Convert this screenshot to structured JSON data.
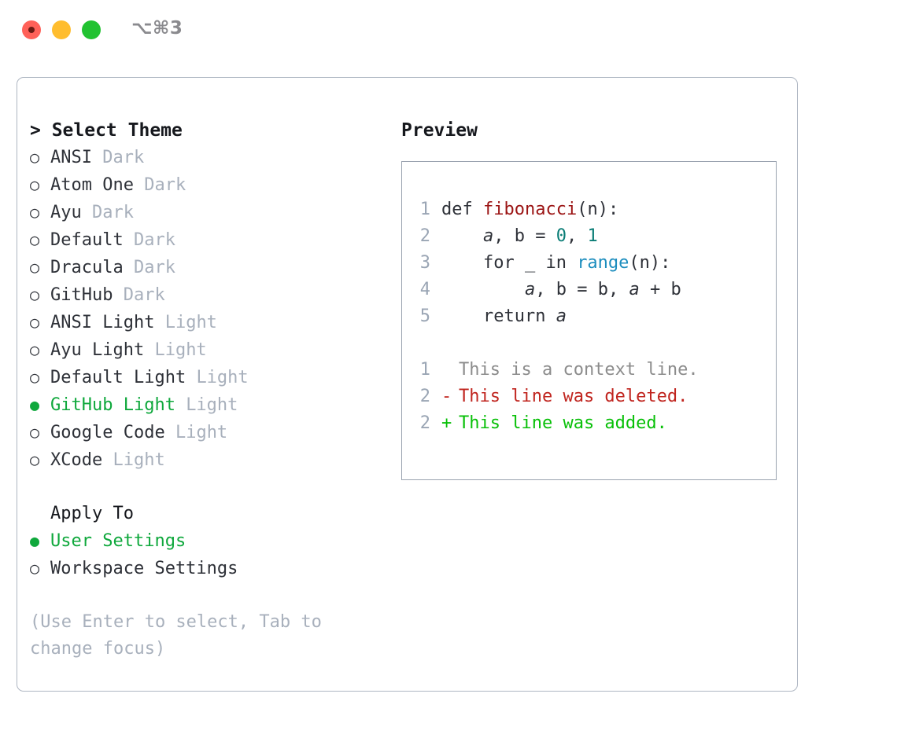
{
  "window": {
    "shortcut_label": "⌥⌘3",
    "traffic_lights": [
      {
        "name": "close",
        "color": "#ff6159"
      },
      {
        "name": "minimize",
        "color": "#ffbd2e"
      },
      {
        "name": "maximize",
        "color": "#21c231"
      }
    ]
  },
  "theme_picker": {
    "prompt": "> Select Theme",
    "caret": ">",
    "title": "Select Theme",
    "radio_unselected": "○",
    "radio_selected": "●",
    "items": [
      {
        "name": "ANSI",
        "variant": "Dark",
        "selected": false
      },
      {
        "name": "Atom One",
        "variant": "Dark",
        "selected": false
      },
      {
        "name": "Ayu",
        "variant": "Dark",
        "selected": false
      },
      {
        "name": "Default",
        "variant": "Dark",
        "selected": false
      },
      {
        "name": "Dracula",
        "variant": "Dark",
        "selected": false
      },
      {
        "name": "GitHub",
        "variant": "Dark",
        "selected": false
      },
      {
        "name": "ANSI Light",
        "variant": "Light",
        "selected": false
      },
      {
        "name": "Ayu Light",
        "variant": "Light",
        "selected": false
      },
      {
        "name": "Default Light",
        "variant": "Light",
        "selected": false
      },
      {
        "name": "GitHub Light",
        "variant": "Light",
        "selected": true
      },
      {
        "name": "Google Code",
        "variant": "Light",
        "selected": false
      },
      {
        "name": "XCode",
        "variant": "Light",
        "selected": false
      }
    ]
  },
  "apply_to": {
    "title": "Apply To",
    "options": [
      {
        "label": "User Settings",
        "selected": true
      },
      {
        "label": "Workspace Settings",
        "selected": false
      }
    ]
  },
  "hint": "(Use Enter to select, Tab to change focus)",
  "preview": {
    "title": "Preview",
    "code_lines": [
      {
        "lineno": "1",
        "tokens": [
          {
            "text": "def ",
            "style": "kw"
          },
          {
            "text": "fibonacci",
            "style": "fn"
          },
          {
            "text": "(n):",
            "style": "punct"
          }
        ]
      },
      {
        "lineno": "2",
        "tokens": [
          {
            "text": "    ",
            "style": "kw"
          },
          {
            "text": "a",
            "style": "var"
          },
          {
            "text": ", ",
            "style": "punct"
          },
          {
            "text": "b",
            "style": "kw"
          },
          {
            "text": " = ",
            "style": "punct"
          },
          {
            "text": "0",
            "style": "num"
          },
          {
            "text": ", ",
            "style": "punct"
          },
          {
            "text": "1",
            "style": "num"
          }
        ]
      },
      {
        "lineno": "3",
        "tokens": [
          {
            "text": "    for _ in ",
            "style": "kw"
          },
          {
            "text": "range",
            "style": "call"
          },
          {
            "text": "(n):",
            "style": "punct"
          }
        ]
      },
      {
        "lineno": "4",
        "tokens": [
          {
            "text": "        ",
            "style": "kw"
          },
          {
            "text": "a",
            "style": "var"
          },
          {
            "text": ", ",
            "style": "punct"
          },
          {
            "text": "b",
            "style": "kw"
          },
          {
            "text": " = ",
            "style": "punct"
          },
          {
            "text": "b",
            "style": "kw"
          },
          {
            "text": ", ",
            "style": "punct"
          },
          {
            "text": "a",
            "style": "var"
          },
          {
            "text": " + ",
            "style": "punct"
          },
          {
            "text": "b",
            "style": "kw"
          }
        ]
      },
      {
        "lineno": "5",
        "tokens": [
          {
            "text": "    return ",
            "style": "kw"
          },
          {
            "text": "a",
            "style": "var"
          }
        ]
      }
    ],
    "diff_lines": [
      {
        "lineno": "1",
        "marker": " ",
        "text": "This is a context line.",
        "kind": "context"
      },
      {
        "lineno": "2",
        "marker": "-",
        "text": "This line was deleted.",
        "kind": "deleted"
      },
      {
        "lineno": "2",
        "marker": "+",
        "text": "This line was added.",
        "kind": "added"
      }
    ]
  },
  "colors": {
    "selected_green": "#0fa83c",
    "diff_added": "#08c008",
    "diff_deleted": "#c0241e",
    "diff_context": "#8c8c8c",
    "function_name": "#9b1414",
    "number_literal": "#0a7d76",
    "builtin_call": "#1c8dbe",
    "muted_text": "#a8b0bc",
    "line_number": "#9aa5b4",
    "panel_border": "#aeb6c2",
    "preview_border": "#9aa3b0",
    "body_text": "#2e3138"
  }
}
